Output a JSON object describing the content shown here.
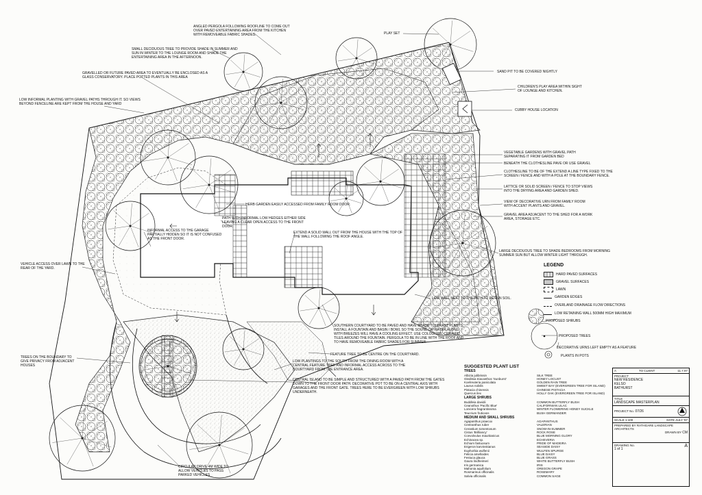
{
  "notes": {
    "pergola": "ANGLED PERGOLA FOLLOWING ROOFLINE TO COME OUT OVER PAVED ENTERTAINING AREA FROM THE KITCHEN WITH REMOVEABLE FABRIC SHADES.",
    "deciduous_tree": "SMALL DECIDUOUS TREE TO PROVIDE SHADE IN SUMMER AND SUN IN WINTER TO THE LOUNGE ROOM AND SHADE THE ENTERTAINING AREA IN THE AFTERNOON.",
    "gravelled_area": "GRAVELLED OR FUTURE PAVED AREA TO EVENTUALLY BE ENCLOSED AS A GLASS CONSERVATORY. PLACE POTTED PLANTS IN THIS AREA",
    "low_planting": "LOW INFORMAL PLANTING WITH GRAVEL PATHS THROUGH IT. SO VIEWS BEYOND FENCELINE ARE KEPT FROM THE HOUSE AND YARD",
    "play_set": "PLAY SET",
    "sand_pit": "SAND PIT TO BE COVERED NIGHTLY",
    "childrens_play": "CHILDREN'S PLAY AREA WITHIN SIGHT OF LOUNGE AND KITCHEN.",
    "cubby_house": "CUBBY HOUSE LOCATION",
    "vegetable_gardens": "VEGETABLE GARDENS WITH GRAVEL PATH SEPARATING IT FROM GARDEN BED",
    "clothesline_paving": "BENEATH THE CLOTHESLINE PAVE OR USE GRAVEL",
    "clothesline": "CLOTHESLINE TO BE OF THE EXTEND A LINE TYPE FIXED TO THE SCREEN / FENCE AND WITH A POLE AT THE BOUNDARY FENCE.",
    "lattice": "LATTICE OR SOLID SCREEN / FENCE TO STOP VIEWS INTO THE DRYING AREA AND GARDEN SHED.",
    "decorative_urn": "VIEW OF DECORATIVE URN FROM FAMILY ROOM WITH ACCENT PLANTS AND GRAVEL.",
    "gravel_shed": "GRAVEL AREA ADJACENT TO THE SHED FOR A WORK AREA, STORAGE ETC.",
    "herb_garden": "HERB GARDEN EASILY ACCESSED FROM FAMILY ROOM DOOR.",
    "path_hedges": "PATH WITH INFORMAL LOW HEDGES EITHER SIDE LEAVING A CLEAR OPEN ACCESS TO THE FRONT DOOR.",
    "informal_access": "INFORMAL ACCESS TO THE GARAGE PARTIALLY HIDDEN SO IT IS NOT CONFUSED AS THE FRONT DOOR.",
    "solid_wall": "EXTEND A SOLID WALL OUT FROM THE HOUSE WITH THE TOP OF THE WALL FOLLOWING THE ROOF ANGLE.",
    "large_deciduous": "LARGE DECIDUOUS TREE TO SHADE BEDROOMS FROM MORNING SUMMER SUN BUT ALLOW WINTER LIGHT THROUGH.",
    "vehicle_access": "VEHICLE ACCESS OVER LAWN TO THE REAR OF THE YARD.",
    "low_wall": "LOW WALL NEXT TO THE PATH TO RETAIN SOIL.",
    "southern_courtyard": "SOUTHERN COURTYARD TO BE PAVED AND HAVE SHADE TOLERANT PLANTS. INSTALL A FOUNTAIN AND BASIN / BOWL SO THE SOUND OF WATER ALONG WITH BREEZES WILL HAVE A COOLING EFFECT. USE COLOURFUL CERAMIC TILES AROUND THE FOUNTAIN. PERGOLA TO BE IN LINE WITH THE ROOF AND TO HAVE REMOVEABLE FABRIC SHADES FOR SUMMER.",
    "feature_tree": "FEATURE TREE TO BE CENTRE ON THE COURTYARD.",
    "trees_boundary": "TREES ON THE BOUNDARY TO GIVE PRIVACY FROM ADJACENT HOUSES",
    "low_plantings_south": "LOW PLANTINGS TO THE SOUTH FROM THE DINING ROOM WITH A CENTRAL FEATURE TREE AND INFORMAL ACCESS ACROSS TO THE COURTYARD FROM THE ENTRANCE AREA.",
    "central_island": "CENTRAL ISLAND TO BE SIMPLE AND STRUCTURED WITH A PAVED PATH FROM THE GATES DOWN TO THE FRONT DOOR PATH. DECORATIVE POT TO BE ON A CENTRAL AXIS WITH GARAGES AND THE FRONT GATE. TREES HERE TO BE EVERGREEN WITH LOW SHRUBS UNDERNEATH.",
    "circular_drive": "CIRCULAR DRIVE 4m WIDE TO ALLOW VEHICLES TO PASS PARKED VEHICLES"
  },
  "legend": {
    "title": "LEGEND",
    "items": [
      "HARD PAVED SURFACES",
      "GRAVEL SURFACES",
      "LAWN",
      "GARDEN EDGES",
      "OVERLAND DRAINAGE FLOW DIRECTIONS",
      "LOW RETAINING WALL 500mm HIGH MAXIMUM",
      "PROPOSED SHRUBS",
      "PROPOSED TREES",
      "DECORATIVE URNS LEFT EMPTY AS A FEATURE",
      "PLANTS IN POTS"
    ]
  },
  "plant_list": {
    "title": "SUGGESTED PLANT LIST",
    "trees_heading": "TREES",
    "trees_botanical": "Albizia julibrissin\nGleditsia triacanthos 'Sunburst'\nKoelreuteria paniculata\nLaurus nobilis\nPistacia chinensis\nQuercus ilex",
    "trees_common": "SILK TREE\nHONEY LOCUST\nGOLDEN RAIN TREE\nSWEET BAY (EVERGREEN TREE FOR ISLAND)\nCHINESE PISTACIA\nHOLLY OAK (EVERGREEN TREE FOR ISLAND)",
    "large_shrubs_heading": "LARGE SHRUBS",
    "large_botanical": "Buddleia davidii\nCeanothus 'Pacific Blue'\nLonicera fragrantissima\nTeucrium fruticans",
    "large_common": "COMMON BUTTERFLY BUSH\nCALIFORNIAN LILAC\nWINTER FLOWERING HONEY SUCKLE\nBUSH GERMANDER",
    "medium_heading": "MEDIUM AND SMALL SHRUBS",
    "medium_botanical": "Agapanthus praecox\nCentranthus ruber\nCerastium tomentosum\nCistus 'Brilliancy'\nConvolvulus mauritanicus\nEchinacea sp.\nEchium fastuosum\nErigeron karvinskianus\nEuphorbia wulfenii\nFelicia amelloides\nFestuca glauca\nGaura lindheimeri\nIris germanica\nMahonia aquifolium\nRosmarinus officinalis\nSalvia officinalis",
    "medium_common": "AGAPANTHUS\nVALERIAN\nSNOW-IN-SUMMER\nROCK ROSE\nBLUE MORNING GLORY\nECHEVERIA\nPRIDE OF MADEIRA\nSEASIDE DAISY\nWULFEN SPURGE\nBLUE DAISY\nBLUE GRASS\nWHITE BUTTERFLY BUSH\nIRIS\nOREGON GRAPE\nROSEMARY\nCOMMON SAGE"
  },
  "titleblock": {
    "rev": "A",
    "rev_note": "TO CLIENT",
    "rev_date": "11.7.97",
    "project_label": "PROJECT",
    "project": "NEW RESIDENCE",
    "suburb": "KELSO",
    "town": "BATHURST",
    "title_label": "TITLE",
    "title": "LANDSCAPE MASTERPLAN",
    "project_no_label": "PROJECT No.",
    "project_no": "07/26",
    "scale_label": "SCALE",
    "scale": "1:100",
    "date_label": "DATE",
    "date": "JULY '97",
    "prepared_by_label": "PREPARED BY",
    "prepared_by": "RATHGARE LANDSCAPE ARCHITECTS",
    "drawn_label": "DRAWN BY",
    "drawn_by": "CM",
    "drawing_no_label": "DRAWING No.",
    "drawing_no": "1 of 1",
    "issue": "A"
  }
}
